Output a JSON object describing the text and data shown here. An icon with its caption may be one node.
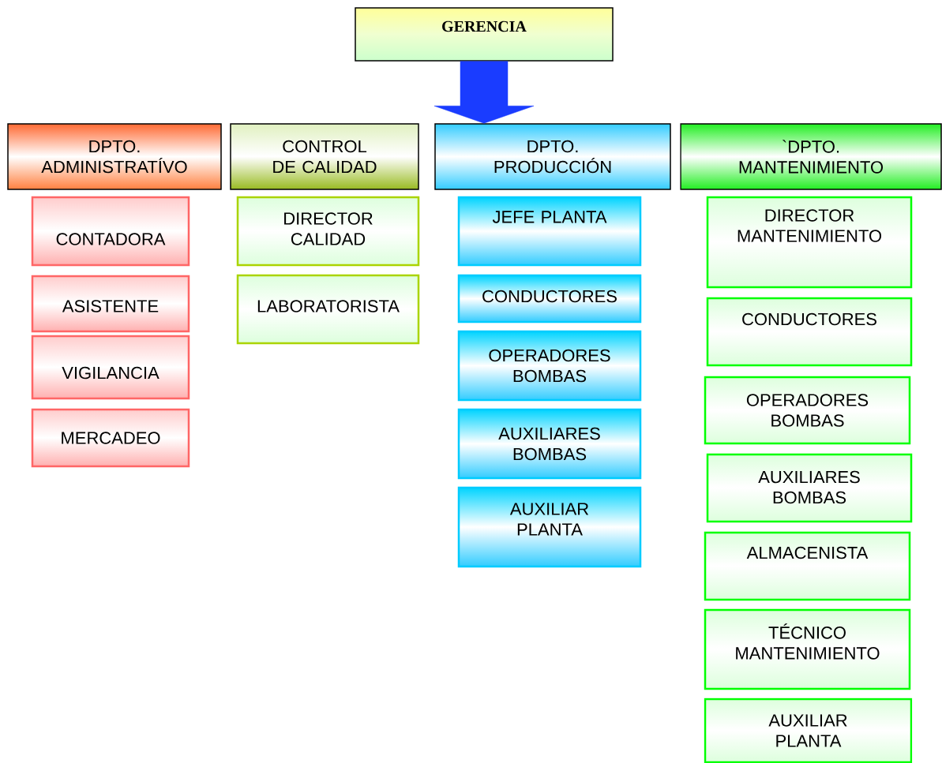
{
  "diagram": {
    "nodes": [
      {
        "text": [
          "GERENCIA"
        ]
      },
      {
        "text": [
          "DPTO. ADMINISTRATÍVO"
        ]
      },
      {
        "text": [
          "CONTROL DE CALIDAD"
        ]
      },
      {
        "text": [
          "DPTO. PRODUCCIÓN"
        ]
      },
      {
        "text": [
          "`DPTO. MANTENIMIENTO"
        ]
      },
      {
        "text": [
          "CONTADORA"
        ]
      },
      {
        "text": [
          "ASISTENTE"
        ]
      },
      {
        "text": [
          "VIGILANCIA"
        ]
      },
      {
        "text": [
          "MERCADEO"
        ]
      },
      {
        "text": [
          "DIRECTOR CALIDAD"
        ]
      },
      {
        "text": [
          "LABORATORISTA"
        ]
      },
      {
        "text": [
          "JEFE PLANTA"
        ]
      },
      {
        "text": [
          "CONDUCTORES"
        ]
      },
      {
        "text": [
          "OPERADORES BOMBAS"
        ]
      },
      {
        "text": [
          "AUXILIARES BOMBAS"
        ]
      },
      {
        "text": [
          "AUXILIAR PLANTA"
        ]
      },
      {
        "text": [
          "DIRECTOR MANTENIMIENTO"
        ]
      },
      {
        "text": [
          "CONDUCTORES"
        ]
      },
      {
        "text": [
          "OPERADORES BOMBAS"
        ]
      },
      {
        "text": [
          "AUXILIARES BOMBAS"
        ]
      },
      {
        "text": [
          "ALMACENISTA"
        ]
      },
      {
        "text": [
          "TÉCNICO MANTENIMIENTO"
        ]
      },
      {
        "text": [
          "AUXILIAR PLANTA"
        ]
      }
    ],
    "edges": [
      {
        "from": 0,
        "to": 3,
        "arrow": "to",
        "style": "thick",
        "color": "#1a3cff"
      }
    ]
  }
}
